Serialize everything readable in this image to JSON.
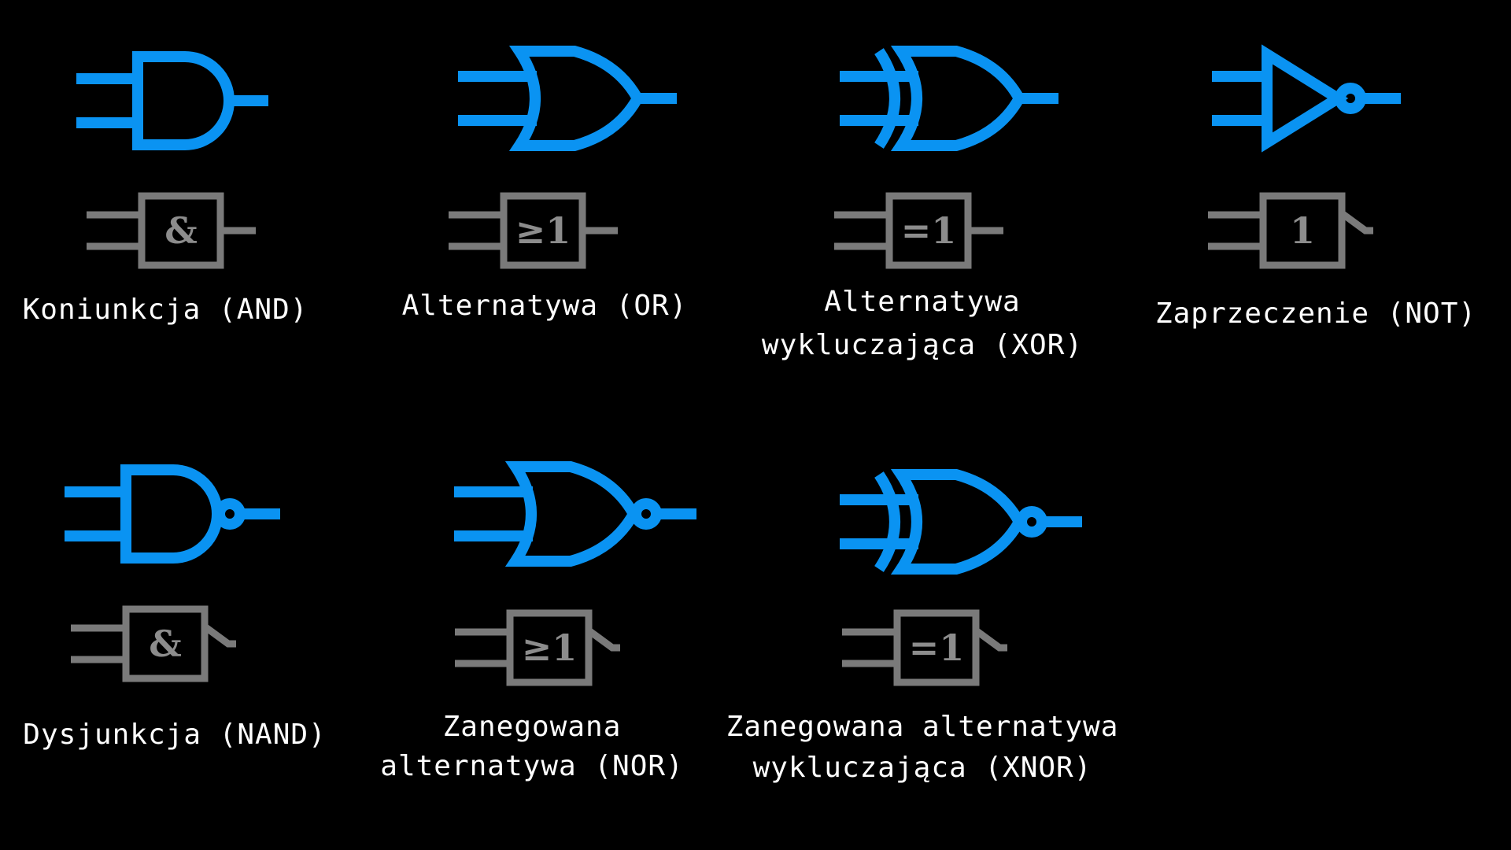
{
  "colors": {
    "background": "#000000",
    "ansi_symbol": "#0a93f2",
    "iec_symbol": "#7a7a7a",
    "label_text": "#ffffff"
  },
  "gates": [
    {
      "id": "and",
      "ansi_icon": "and-gate-icon",
      "iec_symbol": "&",
      "negated_output": false,
      "label_lines": [
        "Koniunkcja (AND)"
      ]
    },
    {
      "id": "or",
      "ansi_icon": "or-gate-icon",
      "iec_symbol": "≥1",
      "negated_output": false,
      "label_lines": [
        "Alternatywa (OR)"
      ]
    },
    {
      "id": "xor",
      "ansi_icon": "xor-gate-icon",
      "iec_symbol": "=1",
      "negated_output": false,
      "label_lines": [
        "Alternatywa",
        "wykluczająca (XOR)"
      ]
    },
    {
      "id": "not",
      "ansi_icon": "not-gate-icon",
      "iec_symbol": "1",
      "negated_output": true,
      "label_lines": [
        "Zaprzeczenie (NOT)"
      ]
    },
    {
      "id": "nand",
      "ansi_icon": "nand-gate-icon",
      "iec_symbol": "&",
      "negated_output": true,
      "label_lines": [
        "Dysjunkcja (NAND)"
      ]
    },
    {
      "id": "nor",
      "ansi_icon": "nor-gate-icon",
      "iec_symbol": "≥1",
      "negated_output": true,
      "label_lines": [
        "Zanegowana",
        "alternatywa (NOR)"
      ]
    },
    {
      "id": "xnor",
      "ansi_icon": "xnor-gate-icon",
      "iec_symbol": "=1",
      "negated_output": true,
      "label_lines": [
        "Zanegowana alternatywa",
        "wykluczająca (XNOR)"
      ]
    }
  ]
}
